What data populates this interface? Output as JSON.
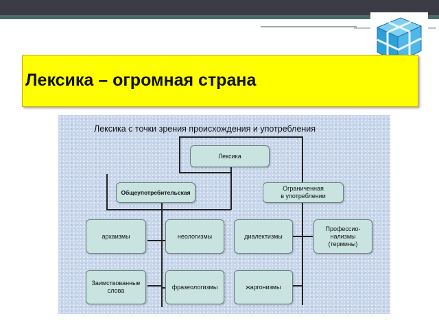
{
  "title": "Лексика – огромная страна",
  "diagram": {
    "heading": "Лексика с точки зрения происхождения и употребления",
    "root": "Лексика",
    "common": "Общеупотребительская",
    "limited": "Ограниченная\nв употреблении",
    "archaisms": "архаизмы",
    "neologisms": "неологизмы",
    "dialectisms": "диалектизмы",
    "professionalisms": "Профессио-\nнализмы\n(термины)",
    "borrowed": "Заимствованные\nслова",
    "phraseologisms": "фразеологизмы",
    "jargonisms": "жаргонизмы"
  },
  "colors": {
    "title_bg": "#ffff00",
    "box_fill": "#c8e3e0",
    "panel_bg": "#c7d6ea",
    "top_bar": "#3c3c46"
  },
  "icons": {
    "logo": "blue-cube-logo"
  }
}
